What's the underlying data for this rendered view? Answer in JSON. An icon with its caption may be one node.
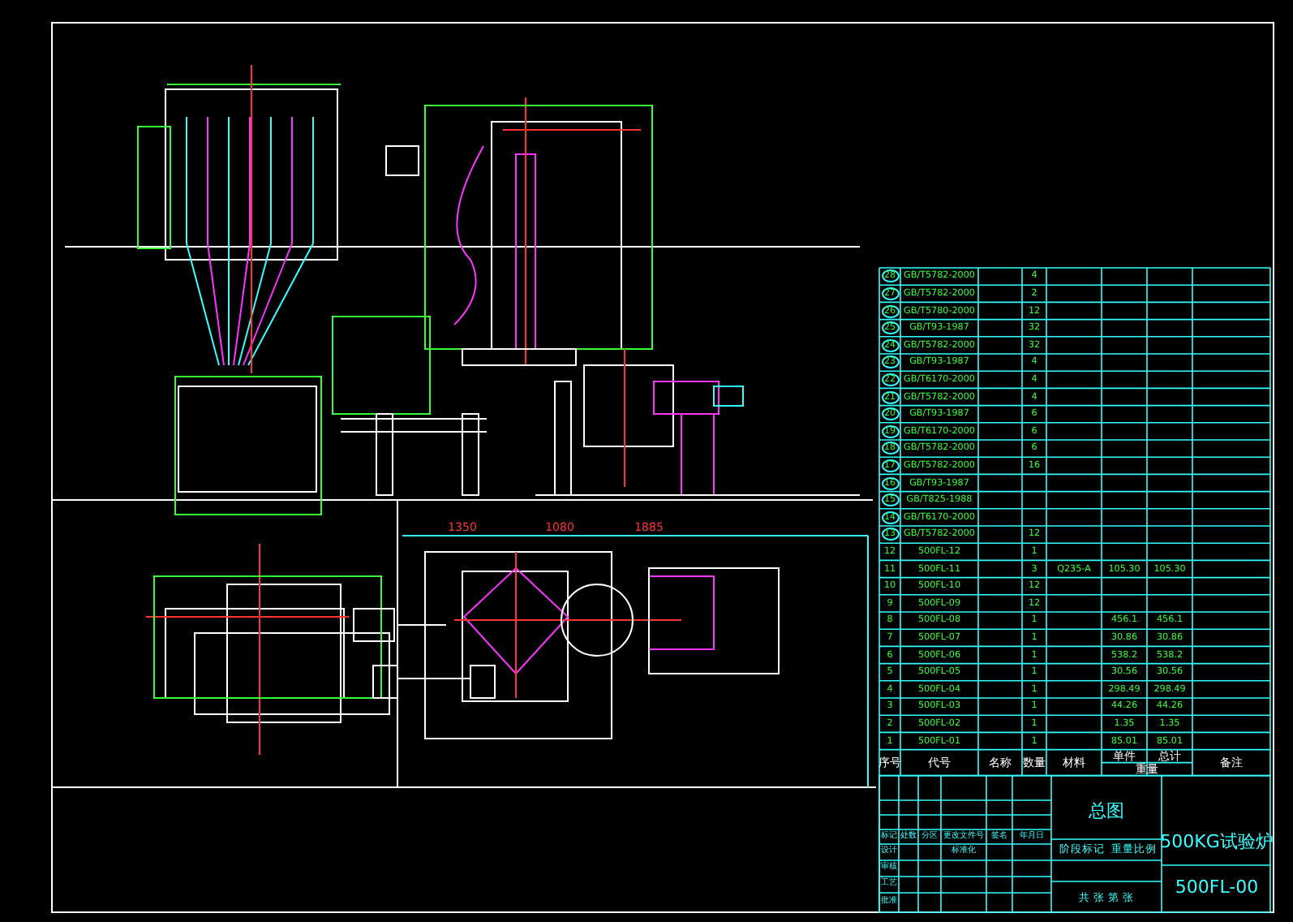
{
  "diagram": {
    "labels": [
      "28",
      "GB/T5782-2000",
      "4",
      "27",
      "GB/T5782-2000",
      "2",
      "26",
      "GB/T5780-2000",
      "12",
      "25",
      "GB/T93-1987",
      "32",
      "24",
      "GB/T5782-2000",
      "32",
      "23",
      "GB/T93-1987",
      "4",
      "22",
      "GB/T6170-2000",
      "4",
      "21",
      "GB/T5782-2000",
      "4",
      "20",
      "GB/T93-1987",
      "6",
      "19",
      "GB/T6170-2000",
      "6",
      "18",
      "GB/T5782-2000",
      "6",
      "17",
      "GB/T5782-2000",
      "16",
      "16",
      "GB/T93-1987",
      "15",
      "GB/T825-1988",
      "14",
      "GB/T6170-2000",
      "13",
      "GB/T5782-2000",
      "12",
      "12",
      "500FL-12",
      "1",
      "11",
      "500FL-11",
      "3",
      "Q235-A",
      "105.30",
      "105.30",
      "10",
      "500FL-10",
      "12",
      "9",
      "500FL-09",
      "12",
      "8",
      "500FL-08",
      "1",
      "456.1",
      "456.1",
      "7",
      "500FL-07",
      "1",
      "30.86",
      "30.86",
      "6",
      "500FL-06",
      "1",
      "538.2",
      "538.2",
      "5",
      "500FL-05",
      "1",
      "30.56",
      "30.56",
      "4",
      "500FL-04",
      "1",
      "298.49",
      "298.49",
      "3",
      "500FL-03",
      "1",
      "44.26",
      "44.26",
      "2",
      "500FL-02",
      "1",
      "1.35",
      "1.35",
      "1",
      "500FL-01",
      "1",
      "85.01",
      "85.01",
      "序号",
      "代号",
      "名称",
      "数量",
      "材料",
      "单件",
      "总计",
      "重量",
      "备注",
      "标记",
      "处数",
      "分区",
      "更改文件号",
      "签名",
      "年月日",
      "设计",
      "标准化",
      "审核",
      "工艺",
      "批准",
      "总图",
      "阶段标记",
      "重量",
      "比例",
      "共 张 第 张",
      "500KG试验炉",
      "500FL-00",
      "1350",
      "1080",
      "1885"
    ]
  }
}
